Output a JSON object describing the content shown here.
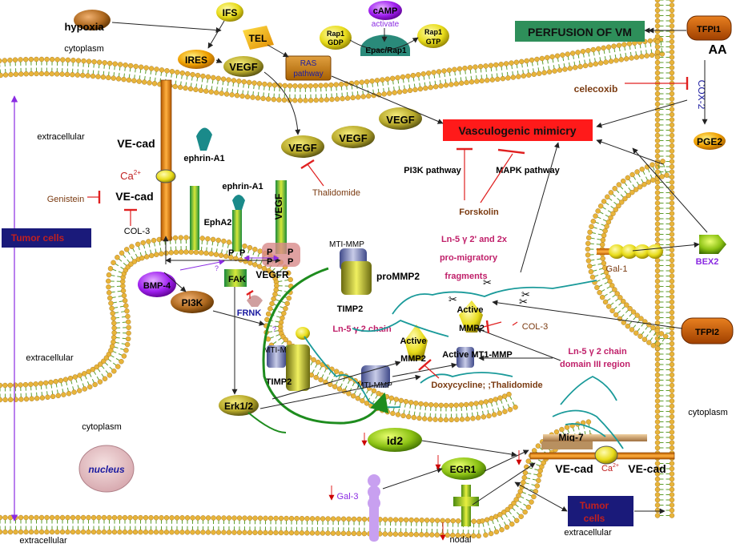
{
  "regions": {
    "cytoplasm_top": "cytoplasm",
    "extracellular_left_top": "extracellular",
    "extracellular_left_mid": "extracellular",
    "cytoplasm_bottom": "cytoplasm",
    "cytoplasm_right": "cytoplasm",
    "extracellular_bottom_left": "extracellular",
    "extracellular_bottom_right": "extracellular"
  },
  "nodes": {
    "hypoxia": "hypoxia",
    "ifs": "IFS",
    "ires": "IRES",
    "vegf_top": "VEGF",
    "tel": "TEL",
    "ras_line1": "RAS",
    "ras_line2": "pathway",
    "camp": "cAMP",
    "activate": "activate",
    "rap1gdp_line1": "Rap1",
    "rap1gdp_line2": "GDP",
    "rap1gtp_line1": "Rap1",
    "rap1gtp_line2": "GTP",
    "epac": "Epac/Rap1",
    "perfusion": "PERFUSION OF VM",
    "tfpi1": "TFPI1",
    "aa": "AA",
    "celecoxib": "celecoxib",
    "cox2": "COX-2",
    "pge2": "PGE2",
    "vegf_a": "VEGF",
    "vegf_b": "VEGF",
    "vegf_c": "VEGF",
    "vm": "Vasculogenic mimicry",
    "pi3k_pathway": "PI3K pathway",
    "mapk_pathway": "MAPK pathway",
    "forskolin": "Forskolin",
    "thalidomide": "Thalidomide",
    "vecad_left": "VE-cad",
    "ephrin1": "ephrin-A1",
    "ca": "Ca",
    "ca_sup": "2+",
    "vecad_left2": "VE-cad",
    "genistein": "Genistein",
    "col3_left": "COL-3",
    "ephrin2": "ephrin-A1",
    "epha2": "EphA2",
    "vegf_receptor_label": "VEGF",
    "tumor_cells_left": "Tumor  cells",
    "mti_mmp_top": "MTI-MMP",
    "prommp2": "proMMP2",
    "timp2_top": "TIMP2",
    "vegfr": "VEGFR",
    "p_labels": [
      "P",
      "P",
      "P",
      "P",
      "P",
      "P"
    ],
    "fak": "FAK",
    "bmp4": "BMP-4",
    "pi3k": "PI3K",
    "frnk": "FRNK",
    "ln5_l1": "Ln-5 γ 2' and 2x",
    "ln5_l2": "pro-migratory",
    "ln5_l3": "fragments",
    "gal1": "Gal-1",
    "bex2": "BEX2",
    "tfpi2": "TFPI2",
    "active_mmp2_r_l1": "Active",
    "active_mmp2_r_l2": "MMP2",
    "col3_mid": "COL-3",
    "ln5_chain": "Ln-5 γ 2 chain",
    "active_mmp2_m_l1": "Active",
    "active_mmp2_m_l2": "MMP2",
    "mti_mmp_mid": "MTI-MMP",
    "timp2_mid": "TIMP2",
    "mti_mmp_low": "MTI-MMP",
    "active_mt1": "Active MT1-MMP",
    "ln5_dom_l1": "Ln-5 γ 2 chain",
    "ln5_dom_l2": "domain III region",
    "doxy": "Doxycycline; ;Thalidomide",
    "erk": "Erk1/2",
    "id2": "id2",
    "mig7": "Mig-7",
    "vecad_r1": "VE-cad",
    "ca_r": "Ca",
    "ca_r_sup": "2+",
    "vecad_r2": "VE-cad",
    "nucleus": "nucleus",
    "egr1": "EGR1",
    "gal3": "Gal-3",
    "nodal": "nodal",
    "tumor_cells_bottom_l1": "Tumor",
    "tumor_cells_bottom_l2": "cells"
  },
  "colors": {
    "membrane_head": "#e8b43a",
    "membrane_tail": "#5c9e2e",
    "vm_box": "#ff1a1a",
    "perfusion_box": "#2e8f5a",
    "tumor_box": "#1a1a7a",
    "inhibit": "#e02020",
    "arrow": "#222222",
    "green_path": "#1e8c1e",
    "teal_fiber": "#1a9a9a",
    "purple_arrow": "#8a2be2"
  }
}
